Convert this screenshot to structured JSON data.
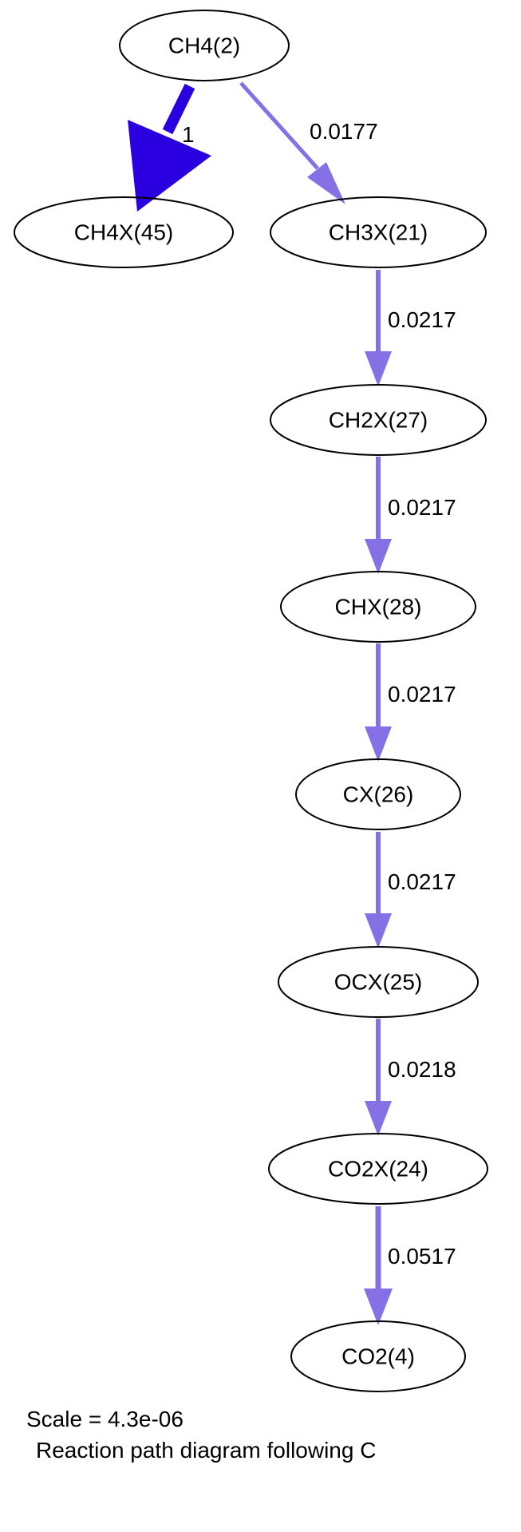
{
  "nodes": {
    "ch4": "CH4(2)",
    "ch4x": "CH4X(45)",
    "ch3x": "CH3X(21)",
    "ch2x": "CH2X(27)",
    "chx": "CHX(28)",
    "cx": "CX(26)",
    "ocx": "OCX(25)",
    "co2x": "CO2X(24)",
    "co2": "CO2(4)"
  },
  "edges": [
    {
      "from": "CH4(2)",
      "to": "CH4X(45)",
      "label": "1",
      "color": "#2a00e0"
    },
    {
      "from": "CH4(2)",
      "to": "CH3X(21)",
      "label": "0.0177",
      "color": "#8670e6"
    },
    {
      "from": "CH3X(21)",
      "to": "CH2X(27)",
      "label": "0.0217",
      "color": "#8670e6"
    },
    {
      "from": "CH2X(27)",
      "to": "CHX(28)",
      "label": "0.0217",
      "color": "#8670e6"
    },
    {
      "from": "CHX(28)",
      "to": "CX(26)",
      "label": "0.0217",
      "color": "#8670e6"
    },
    {
      "from": "CX(26)",
      "to": "OCX(25)",
      "label": "0.0217",
      "color": "#8670e6"
    },
    {
      "from": "OCX(25)",
      "to": "CO2X(24)",
      "label": "0.0218",
      "color": "#8670e6"
    },
    {
      "from": "CO2X(24)",
      "to": "CO2(4)",
      "label": "0.0517",
      "color": "#8670e6"
    }
  ],
  "scale": "Scale = 4.3e-06",
  "caption": "Reaction path diagram following C"
}
